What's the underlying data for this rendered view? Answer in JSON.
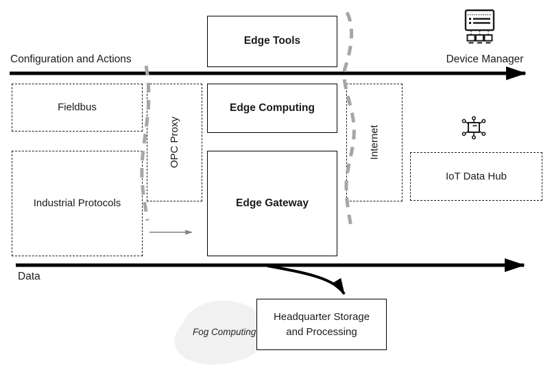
{
  "axes": {
    "configuration": "Configuration and Actions",
    "data": "Data"
  },
  "boxes": {
    "edge_tools": "Edge Tools",
    "fieldbus": "Fieldbus",
    "industrial_protocols": "Industrial Protocols",
    "opc_proxy": "OPC Proxy",
    "edge_computing": "Edge Computing",
    "edge_gateway": "Edge Gateway",
    "internet": "Internet",
    "iot_data_hub": "IoT Data Hub",
    "headquarter": "Headquarter Storage and Processing"
  },
  "annotations": {
    "device_manager": "Device Manager",
    "fog_computing": "Fog Computing"
  },
  "icons": {
    "device_manager": "device-manager-icon",
    "iot_hub": "iot-hub-icon"
  },
  "colors": {
    "line_black": "#000000",
    "boundary_gray": "#a6a6a6",
    "arrow_gray": "#808080",
    "fog_fill": "#f1f1f2"
  }
}
